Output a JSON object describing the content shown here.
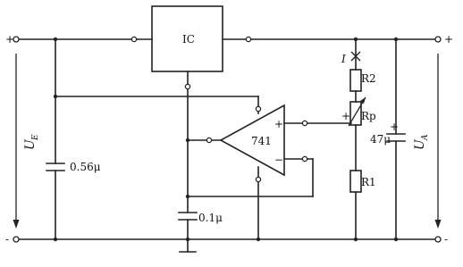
{
  "ic_label": "IC",
  "opamp_label": "741",
  "opamp_plus": "+",
  "opamp_minus": "−",
  "rp_plus": "+",
  "input_plus": "+",
  "input_minus": "-",
  "output_plus": "+",
  "output_minus": "-",
  "input_voltage": {
    "symbol": "U",
    "sub": "E"
  },
  "output_voltage": {
    "symbol": "U",
    "sub": "A"
  },
  "c_input": "0.56μ",
  "c_bypass": "0.1μ",
  "c_output": "47μ",
  "c_output_plus": "+",
  "r2_label": "R2",
  "r1_label": "R1",
  "rp_label": "Rp",
  "current_label": "I"
}
